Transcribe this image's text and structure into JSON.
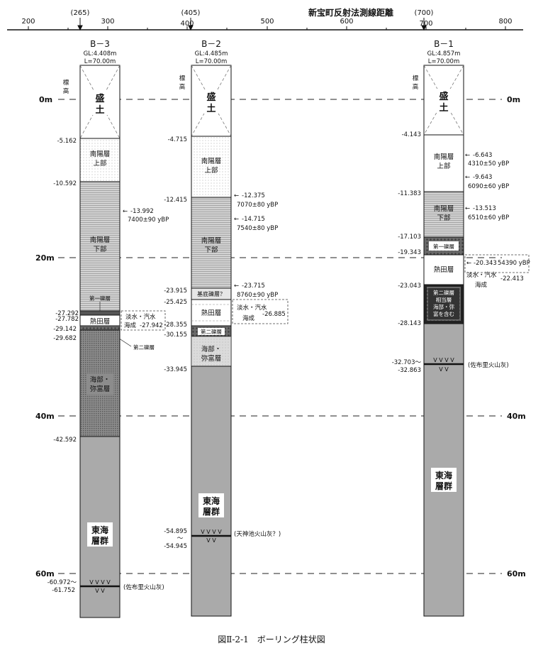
{
  "title": "新宝町反射法測線距離",
  "caption": "図Ⅱ-2-1　ボーリング柱状図",
  "axis": {
    "ticks": [
      "200",
      "300",
      "400",
      "500",
      "600",
      "700",
      "800"
    ],
    "markers": [
      "(265)",
      "(405)",
      "(700)"
    ],
    "depth_labels": [
      "0m",
      "20m",
      "40m",
      "60m"
    ],
    "elevation_label": "標高"
  },
  "boreholes": [
    {
      "name": "B－3",
      "gl": "GL:4.408m",
      "length": "L=70.00m",
      "depth_values": [
        "-5.162",
        "-10.592",
        "-27.292",
        "-27.782",
        "-29.142",
        "-29.682",
        "-42.592"
      ],
      "depth_range": [
        "-60.972～",
        "-61.752"
      ],
      "layers": [
        "盛土",
        "南陽層上部",
        "南陽層下部",
        "海部・弥富層",
        "東海層群"
      ],
      "labels": {
        "nanyo_upper_1": "南陽層",
        "nanyo_upper_2": "上部",
        "nanyo_lower_1": "南陽層",
        "nanyo_lower_2": "下部",
        "gravel1": "第一礫層",
        "atsuta": "熱田層",
        "gravel2": "第二礫層",
        "ama_1": "海部・",
        "ama_2": "弥富層",
        "tokai_1": "東海",
        "tokai_2": "層群"
      },
      "dates": [
        {
          "depth": "-13.992",
          "age": "7400±90 yBP"
        }
      ],
      "note_box": [
        "淡水・汽水",
        "海成",
        "-27.942"
      ],
      "ash": "(佐布里火山灰)"
    },
    {
      "name": "B－2",
      "gl": "GL:4.485m",
      "length": "L=70.00m",
      "depth_values": [
        "-4.715",
        "-12.415",
        "-23.915",
        "-25.425",
        "-28.355",
        "-30.155",
        "-33.945"
      ],
      "depth_range": [
        "-54.895",
        "～",
        "-54.945"
      ],
      "layers": [
        "盛土",
        "南陽層上部",
        "南陽層下部",
        "海部・弥富層",
        "東海層群"
      ],
      "labels": {
        "nanyo_upper_1": "南陽層",
        "nanyo_upper_2": "上部",
        "nanyo_lower_1": "南陽層",
        "nanyo_lower_2": "下部",
        "basal": "基底礫層？",
        "atsuta": "熱田層",
        "gravel2": "第二礫層",
        "ama_1": "海部・",
        "ama_2": "弥富層",
        "tokai_1": "東海",
        "tokai_2": "層群"
      },
      "dates": [
        {
          "depth": "-12.375",
          "age": "7070±80 yBP"
        },
        {
          "depth": "-14.715",
          "age": "7540±80 yBP"
        },
        {
          "depth": "-23.715",
          "age": "8760±90 yBP"
        }
      ],
      "note_box": [
        "淡水・汽水",
        "海成",
        "-26.885"
      ],
      "ash": "(天神池火山灰？)"
    },
    {
      "name": "B－1",
      "gl": "GL:4.857m",
      "length": "L=70.00m",
      "depth_values": [
        "-4.143",
        "-11.383",
        "-17.103",
        "-19.343",
        "-23.043",
        "-28.143"
      ],
      "depth_range": [
        "-32.703～",
        "-32.863"
      ],
      "layers": [
        "盛土",
        "南陽層上部",
        "南陽層下部",
        "第一礫層",
        "熱田層",
        "第二礫層",
        "東海層群"
      ],
      "labels": {
        "nanyo_upper_1": "南陽層",
        "nanyo_upper_2": "上部",
        "nanyo_lower_1": "南陽層",
        "nanyo_lower_2": "下部",
        "gravel1": "第一礫層",
        "atsuta": "熱田層",
        "g2_1": "第二礫層",
        "g2_2": "相当層",
        "g2_3": "海部・弥",
        "g2_4": "富を含む",
        "tokai_1": "東海",
        "tokai_2": "層群"
      },
      "dates": [
        {
          "depth": "-6.643",
          "age": "4310±50 yBP"
        },
        {
          "depth": "-9.643",
          "age": "6090±60 yBP"
        },
        {
          "depth": "-13.513",
          "age": "6510±60 yBP"
        },
        {
          "depth": "-20.343",
          "age": "54390 yBP"
        }
      ],
      "note_box": [
        "淡水・汽水",
        "海成",
        "-22.413"
      ],
      "ash": "(佐布里火山灰)"
    }
  ],
  "fill_label": "盛\n土"
}
